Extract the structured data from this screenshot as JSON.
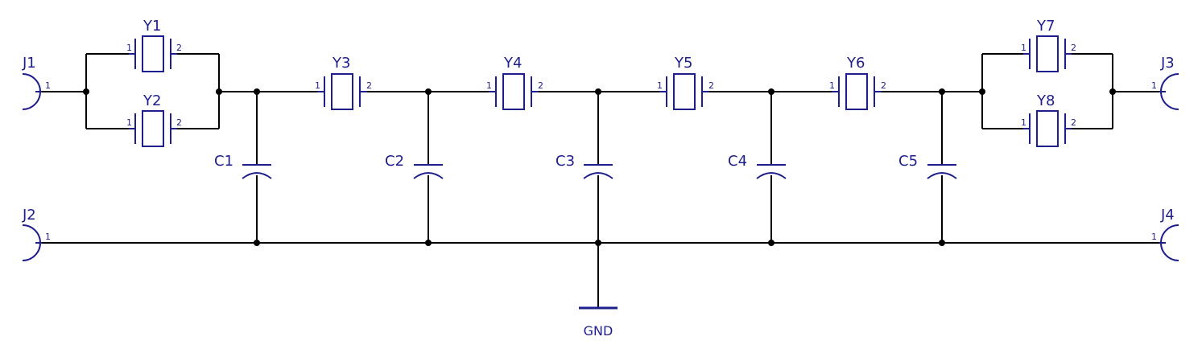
{
  "colors": {
    "symbol": "#1e1e8c",
    "wire": "#000000",
    "background": "#ffffff"
  },
  "connectors": [
    {
      "ref": "J1",
      "pin": "1"
    },
    {
      "ref": "J2",
      "pin": "1"
    },
    {
      "ref": "J3",
      "pin": "1"
    },
    {
      "ref": "J4",
      "pin": "1"
    }
  ],
  "crystals": [
    {
      "ref": "Y1",
      "pin1": "1",
      "pin2": "2"
    },
    {
      "ref": "Y2",
      "pin1": "1",
      "pin2": "2"
    },
    {
      "ref": "Y3",
      "pin1": "1",
      "pin2": "2"
    },
    {
      "ref": "Y4",
      "pin1": "1",
      "pin2": "2"
    },
    {
      "ref": "Y5",
      "pin1": "1",
      "pin2": "2"
    },
    {
      "ref": "Y6",
      "pin1": "1",
      "pin2": "2"
    },
    {
      "ref": "Y7",
      "pin1": "1",
      "pin2": "2"
    },
    {
      "ref": "Y8",
      "pin1": "1",
      "pin2": "2"
    }
  ],
  "capacitors": [
    {
      "ref": "C1"
    },
    {
      "ref": "C2"
    },
    {
      "ref": "C3"
    },
    {
      "ref": "C4"
    },
    {
      "ref": "C5"
    }
  ],
  "ground_label": "GND"
}
